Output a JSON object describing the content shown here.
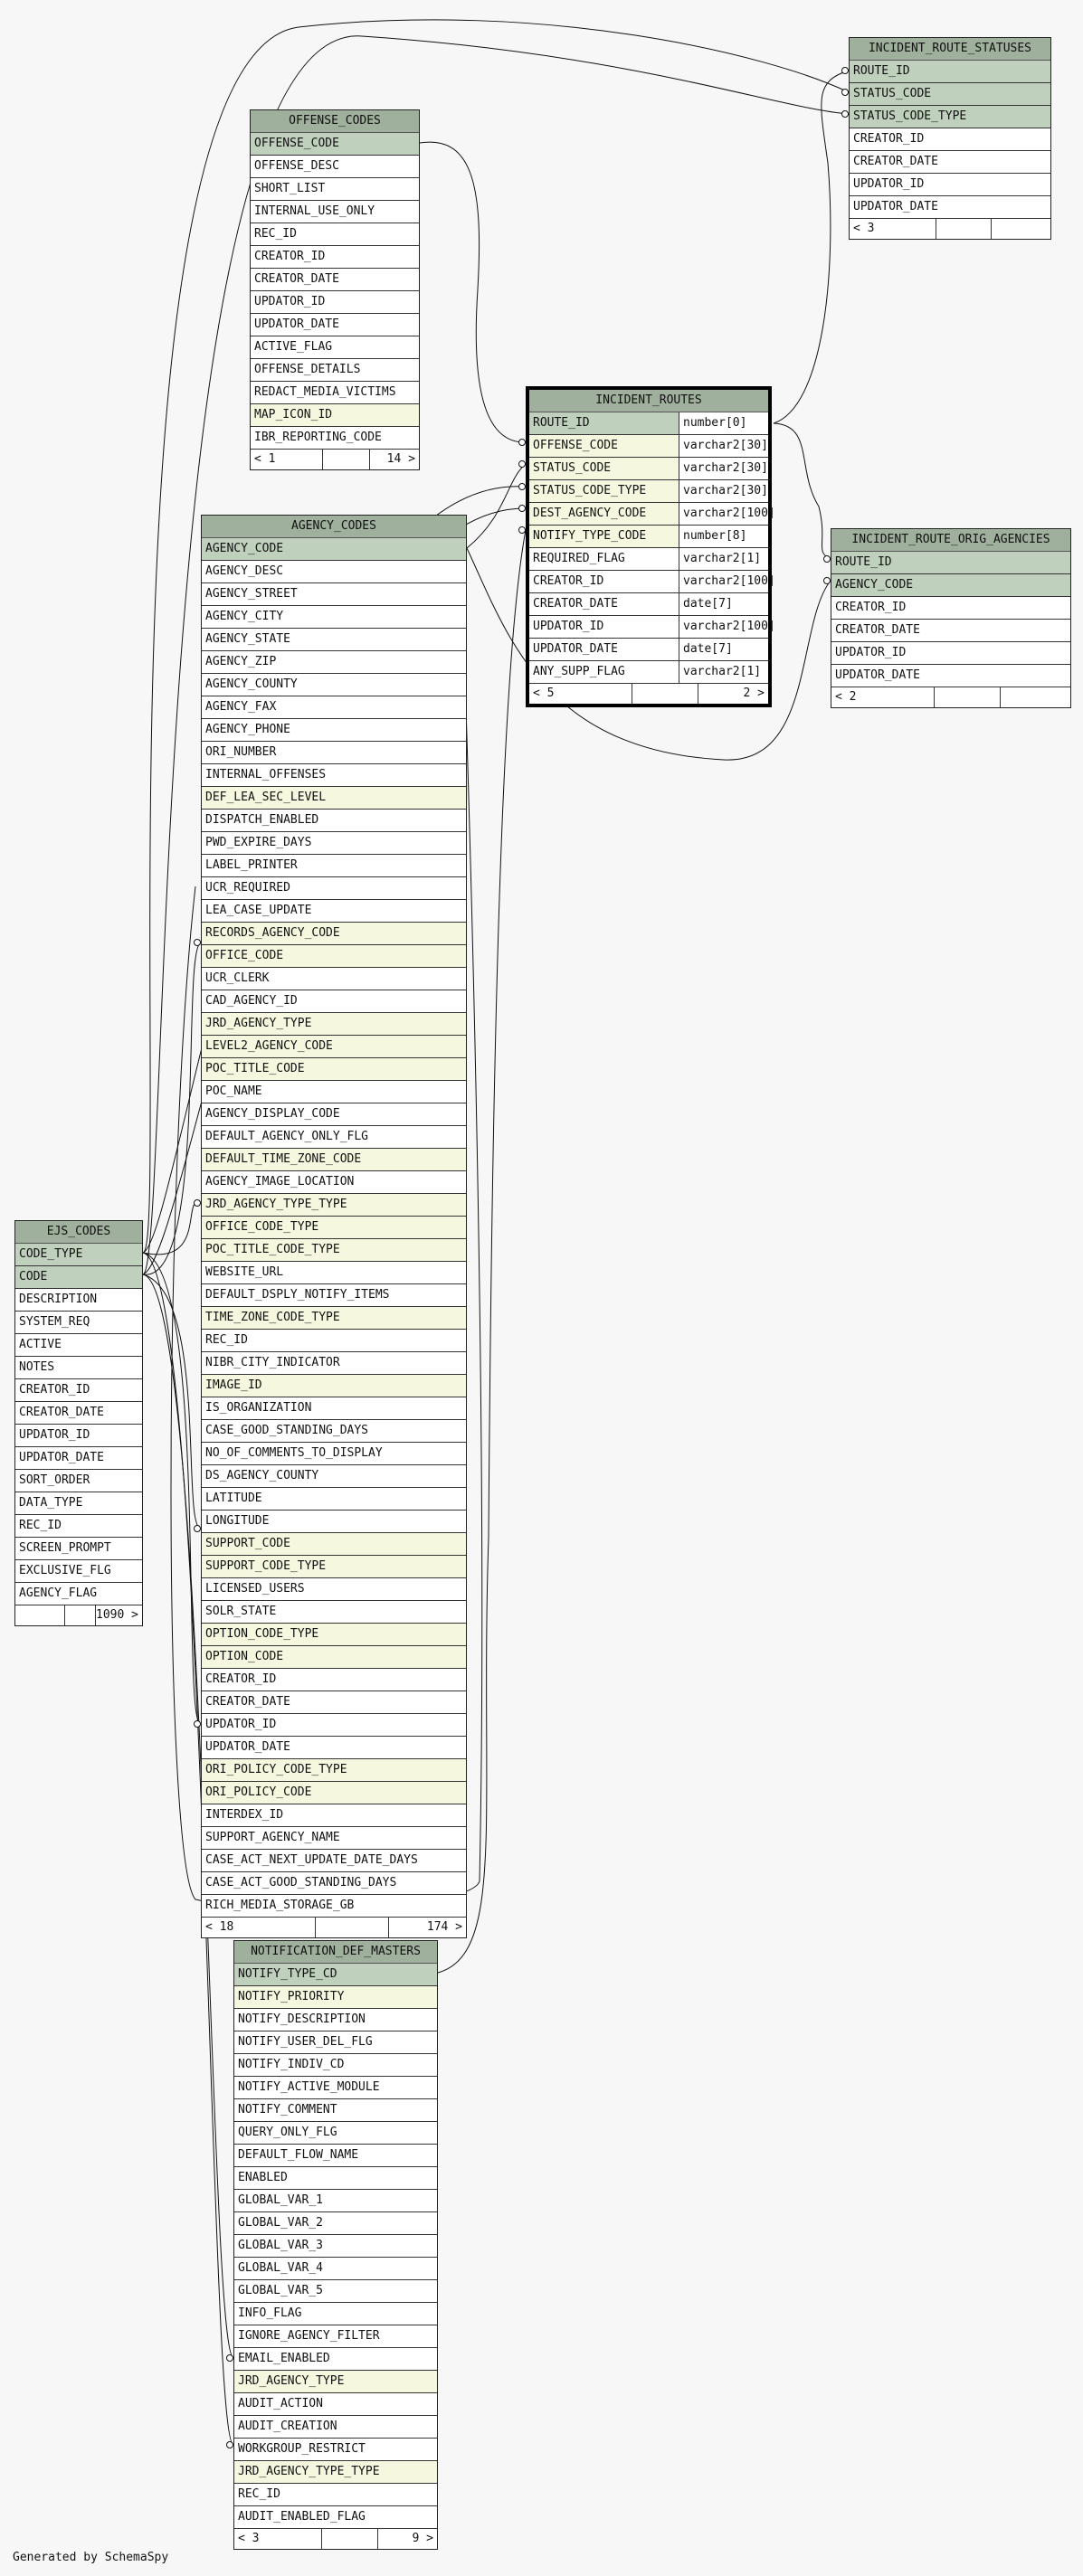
{
  "tables": {
    "incident_route_statuses": {
      "name": "INCIDENT_ROUTE_STATUSES",
      "columns": [
        {
          "name": "ROUTE_ID",
          "kind": "pk"
        },
        {
          "name": "STATUS_CODE",
          "kind": "pk"
        },
        {
          "name": "STATUS_CODE_TYPE",
          "kind": "pk"
        },
        {
          "name": "CREATOR_ID",
          "kind": ""
        },
        {
          "name": "CREATOR_DATE",
          "kind": ""
        },
        {
          "name": "UPDATOR_ID",
          "kind": ""
        },
        {
          "name": "UPDATOR_DATE",
          "kind": ""
        }
      ],
      "footer": [
        "< 3",
        "",
        ""
      ]
    },
    "offense_codes": {
      "name": "OFFENSE_CODES",
      "columns": [
        {
          "name": "OFFENSE_CODE",
          "kind": "pk"
        },
        {
          "name": "OFFENSE_DESC",
          "kind": ""
        },
        {
          "name": "SHORT_LIST",
          "kind": ""
        },
        {
          "name": "INTERNAL_USE_ONLY",
          "kind": ""
        },
        {
          "name": "REC_ID",
          "kind": ""
        },
        {
          "name": "CREATOR_ID",
          "kind": ""
        },
        {
          "name": "CREATOR_DATE",
          "kind": ""
        },
        {
          "name": "UPDATOR_ID",
          "kind": ""
        },
        {
          "name": "UPDATOR_DATE",
          "kind": ""
        },
        {
          "name": "ACTIVE_FLAG",
          "kind": ""
        },
        {
          "name": "OFFENSE_DETAILS",
          "kind": ""
        },
        {
          "name": "REDACT_MEDIA_VICTIMS",
          "kind": ""
        },
        {
          "name": "MAP_ICON_ID",
          "kind": "fk"
        },
        {
          "name": "IBR_REPORTING_CODE",
          "kind": ""
        }
      ],
      "footer": [
        "< 1",
        "",
        "14 >"
      ]
    },
    "incident_routes": {
      "name": "INCIDENT_ROUTES",
      "columns": [
        {
          "name": "ROUTE_ID",
          "type": "number[0]",
          "kind": "pk"
        },
        {
          "name": "OFFENSE_CODE",
          "type": "varchar2[30]",
          "kind": "fk"
        },
        {
          "name": "STATUS_CODE",
          "type": "varchar2[30]",
          "kind": "fk"
        },
        {
          "name": "STATUS_CODE_TYPE",
          "type": "varchar2[30]",
          "kind": "fk"
        },
        {
          "name": "DEST_AGENCY_CODE",
          "type": "varchar2[100]",
          "kind": "fk"
        },
        {
          "name": "NOTIFY_TYPE_CODE",
          "type": "number[8]",
          "kind": "fk"
        },
        {
          "name": "REQUIRED_FLAG",
          "type": "varchar2[1]",
          "kind": ""
        },
        {
          "name": "CREATOR_ID",
          "type": "varchar2[100]",
          "kind": ""
        },
        {
          "name": "CREATOR_DATE",
          "type": "date[7]",
          "kind": ""
        },
        {
          "name": "UPDATOR_ID",
          "type": "varchar2[100]",
          "kind": ""
        },
        {
          "name": "UPDATOR_DATE",
          "type": "date[7]",
          "kind": ""
        },
        {
          "name": "ANY_SUPP_FLAG",
          "type": "varchar2[1]",
          "kind": ""
        }
      ],
      "footer": [
        "< 5",
        "",
        "2 >"
      ]
    },
    "incident_route_orig_agencies": {
      "name": "INCIDENT_ROUTE_ORIG_AGENCIES",
      "columns": [
        {
          "name": "ROUTE_ID",
          "kind": "pk"
        },
        {
          "name": "AGENCY_CODE",
          "kind": "pk"
        },
        {
          "name": "CREATOR_ID",
          "kind": ""
        },
        {
          "name": "CREATOR_DATE",
          "kind": ""
        },
        {
          "name": "UPDATOR_ID",
          "kind": ""
        },
        {
          "name": "UPDATOR_DATE",
          "kind": ""
        }
      ],
      "footer": [
        "< 2",
        "",
        ""
      ]
    },
    "agency_codes": {
      "name": "AGENCY_CODES",
      "columns": [
        {
          "name": "AGENCY_CODE",
          "kind": "pk"
        },
        {
          "name": "AGENCY_DESC",
          "kind": ""
        },
        {
          "name": "AGENCY_STREET",
          "kind": ""
        },
        {
          "name": "AGENCY_CITY",
          "kind": ""
        },
        {
          "name": "AGENCY_STATE",
          "kind": ""
        },
        {
          "name": "AGENCY_ZIP",
          "kind": ""
        },
        {
          "name": "AGENCY_COUNTY",
          "kind": ""
        },
        {
          "name": "AGENCY_FAX",
          "kind": ""
        },
        {
          "name": "AGENCY_PHONE",
          "kind": ""
        },
        {
          "name": "ORI_NUMBER",
          "kind": ""
        },
        {
          "name": "INTERNAL_OFFENSES",
          "kind": ""
        },
        {
          "name": "DEF_LEA_SEC_LEVEL",
          "kind": "fk"
        },
        {
          "name": "DISPATCH_ENABLED",
          "kind": ""
        },
        {
          "name": "PWD_EXPIRE_DAYS",
          "kind": ""
        },
        {
          "name": "LABEL_PRINTER",
          "kind": ""
        },
        {
          "name": "UCR_REQUIRED",
          "kind": ""
        },
        {
          "name": "LEA_CASE_UPDATE",
          "kind": ""
        },
        {
          "name": "RECORDS_AGENCY_CODE",
          "kind": "fk"
        },
        {
          "name": "OFFICE_CODE",
          "kind": "fk"
        },
        {
          "name": "UCR_CLERK",
          "kind": ""
        },
        {
          "name": "CAD_AGENCY_ID",
          "kind": ""
        },
        {
          "name": "JRD_AGENCY_TYPE",
          "kind": "fk"
        },
        {
          "name": "LEVEL2_AGENCY_CODE",
          "kind": "fk"
        },
        {
          "name": "POC_TITLE_CODE",
          "kind": "fk"
        },
        {
          "name": "POC_NAME",
          "kind": ""
        },
        {
          "name": "AGENCY_DISPLAY_CODE",
          "kind": ""
        },
        {
          "name": "DEFAULT_AGENCY_ONLY_FLG",
          "kind": ""
        },
        {
          "name": "DEFAULT_TIME_ZONE_CODE",
          "kind": "fk"
        },
        {
          "name": "AGENCY_IMAGE_LOCATION",
          "kind": ""
        },
        {
          "name": "JRD_AGENCY_TYPE_TYPE",
          "kind": "fk"
        },
        {
          "name": "OFFICE_CODE_TYPE",
          "kind": "fk"
        },
        {
          "name": "POC_TITLE_CODE_TYPE",
          "kind": "fk"
        },
        {
          "name": "WEBSITE_URL",
          "kind": ""
        },
        {
          "name": "DEFAULT_DSPLY_NOTIFY_ITEMS",
          "kind": ""
        },
        {
          "name": "TIME_ZONE_CODE_TYPE",
          "kind": "fk"
        },
        {
          "name": "REC_ID",
          "kind": ""
        },
        {
          "name": "NIBR_CITY_INDICATOR",
          "kind": ""
        },
        {
          "name": "IMAGE_ID",
          "kind": "fk"
        },
        {
          "name": "IS_ORGANIZATION",
          "kind": ""
        },
        {
          "name": "CASE_GOOD_STANDING_DAYS",
          "kind": ""
        },
        {
          "name": "NO_OF_COMMENTS_TO_DISPLAY",
          "kind": ""
        },
        {
          "name": "DS_AGENCY_COUNTY",
          "kind": ""
        },
        {
          "name": "LATITUDE",
          "kind": ""
        },
        {
          "name": "LONGITUDE",
          "kind": ""
        },
        {
          "name": "SUPPORT_CODE",
          "kind": "fk"
        },
        {
          "name": "SUPPORT_CODE_TYPE",
          "kind": "fk"
        },
        {
          "name": "LICENSED_USERS",
          "kind": ""
        },
        {
          "name": "SOLR_STATE",
          "kind": ""
        },
        {
          "name": "OPTION_CODE_TYPE",
          "kind": "fk"
        },
        {
          "name": "OPTION_CODE",
          "kind": "fk"
        },
        {
          "name": "CREATOR_ID",
          "kind": ""
        },
        {
          "name": "CREATOR_DATE",
          "kind": ""
        },
        {
          "name": "UPDATOR_ID",
          "kind": ""
        },
        {
          "name": "UPDATOR_DATE",
          "kind": ""
        },
        {
          "name": "ORI_POLICY_CODE_TYPE",
          "kind": "fk"
        },
        {
          "name": "ORI_POLICY_CODE",
          "kind": "fk"
        },
        {
          "name": "INTERDEX_ID",
          "kind": ""
        },
        {
          "name": "SUPPORT_AGENCY_NAME",
          "kind": ""
        },
        {
          "name": "CASE_ACT_NEXT_UPDATE_DATE_DAYS",
          "kind": ""
        },
        {
          "name": "CASE_ACT_GOOD_STANDING_DAYS",
          "kind": ""
        },
        {
          "name": "RICH_MEDIA_STORAGE_GB",
          "kind": ""
        }
      ],
      "footer": [
        "< 18",
        "",
        "174 >"
      ]
    },
    "ejs_codes": {
      "name": "EJS_CODES",
      "columns": [
        {
          "name": "CODE_TYPE",
          "kind": "pk"
        },
        {
          "name": "CODE",
          "kind": "pk"
        },
        {
          "name": "DESCRIPTION",
          "kind": ""
        },
        {
          "name": "SYSTEM_REQ",
          "kind": ""
        },
        {
          "name": "ACTIVE",
          "kind": ""
        },
        {
          "name": "NOTES",
          "kind": ""
        },
        {
          "name": "CREATOR_ID",
          "kind": ""
        },
        {
          "name": "CREATOR_DATE",
          "kind": ""
        },
        {
          "name": "UPDATOR_ID",
          "kind": ""
        },
        {
          "name": "UPDATOR_DATE",
          "kind": ""
        },
        {
          "name": "SORT_ORDER",
          "kind": ""
        },
        {
          "name": "DATA_TYPE",
          "kind": ""
        },
        {
          "name": "REC_ID",
          "kind": ""
        },
        {
          "name": "SCREEN_PROMPT",
          "kind": ""
        },
        {
          "name": "EXCLUSIVE_FLG",
          "kind": ""
        },
        {
          "name": "AGENCY_FLAG",
          "kind": ""
        }
      ],
      "footer": [
        "",
        "",
        "1090 >"
      ]
    },
    "notification_def_masters": {
      "name": "NOTIFICATION_DEF_MASTERS",
      "columns": [
        {
          "name": "NOTIFY_TYPE_CD",
          "kind": "pk"
        },
        {
          "name": "NOTIFY_PRIORITY",
          "kind": "fk"
        },
        {
          "name": "NOTIFY_DESCRIPTION",
          "kind": ""
        },
        {
          "name": "NOTIFY_USER_DEL_FLG",
          "kind": ""
        },
        {
          "name": "NOTIFY_INDIV_CD",
          "kind": ""
        },
        {
          "name": "NOTIFY_ACTIVE_MODULE",
          "kind": ""
        },
        {
          "name": "NOTIFY_COMMENT",
          "kind": ""
        },
        {
          "name": "QUERY_ONLY_FLG",
          "kind": ""
        },
        {
          "name": "DEFAULT_FLOW_NAME",
          "kind": ""
        },
        {
          "name": "ENABLED",
          "kind": ""
        },
        {
          "name": "GLOBAL_VAR_1",
          "kind": ""
        },
        {
          "name": "GLOBAL_VAR_2",
          "kind": ""
        },
        {
          "name": "GLOBAL_VAR_3",
          "kind": ""
        },
        {
          "name": "GLOBAL_VAR_4",
          "kind": ""
        },
        {
          "name": "GLOBAL_VAR_5",
          "kind": ""
        },
        {
          "name": "INFO_FLAG",
          "kind": ""
        },
        {
          "name": "IGNORE_AGENCY_FILTER",
          "kind": ""
        },
        {
          "name": "EMAIL_ENABLED",
          "kind": ""
        },
        {
          "name": "JRD_AGENCY_TYPE",
          "kind": "fk"
        },
        {
          "name": "AUDIT_ACTION",
          "kind": ""
        },
        {
          "name": "AUDIT_CREATION",
          "kind": ""
        },
        {
          "name": "WORKGROUP_RESTRICT",
          "kind": ""
        },
        {
          "name": "JRD_AGENCY_TYPE_TYPE",
          "kind": "fk"
        },
        {
          "name": "REC_ID",
          "kind": ""
        },
        {
          "name": "AUDIT_ENABLED_FLAG",
          "kind": ""
        }
      ],
      "footer": [
        "< 3",
        "",
        "9 >"
      ]
    }
  },
  "relationships": [
    {
      "from": "incident_routes.ROUTE_ID",
      "to": "incident_route_statuses.ROUTE_ID"
    },
    {
      "from": "incident_routes.ROUTE_ID",
      "to": "incident_route_orig_agencies.ROUTE_ID"
    },
    {
      "from": "offense_codes.OFFENSE_CODE",
      "to": "incident_routes.OFFENSE_CODE"
    },
    {
      "from": "agency_codes.AGENCY_CODE",
      "to": "incident_routes.DEST_AGENCY_CODE"
    },
    {
      "from": "agency_codes.AGENCY_CODE",
      "to": "incident_route_orig_agencies.AGENCY_CODE"
    },
    {
      "from": "notification_def_masters.NOTIFY_TYPE_CD",
      "to": "incident_routes.NOTIFY_TYPE_CODE"
    },
    {
      "from": "ejs_codes.CODE",
      "to": "incident_routes.STATUS_CODE"
    },
    {
      "from": "ejs_codes.CODE_TYPE",
      "to": "incident_routes.STATUS_CODE_TYPE"
    },
    {
      "from": "ejs_codes.CODE",
      "to": "incident_route_statuses.STATUS_CODE"
    },
    {
      "from": "ejs_codes.CODE_TYPE",
      "to": "incident_route_statuses.STATUS_CODE_TYPE"
    }
  ],
  "credit": "Generated by SchemaSpy",
  "colors": {
    "header": "#9fb09c",
    "primary_key": "#bfd0bc",
    "foreign_key": "#f5f8df",
    "background": "#f7f7f7"
  }
}
